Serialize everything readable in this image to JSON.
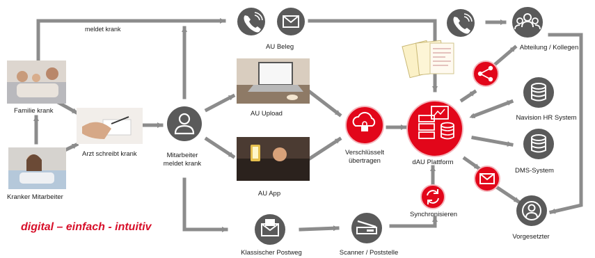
{
  "colors": {
    "accent": "#e2061a",
    "node": "#5a5a5a",
    "arrow": "#8c8c8c"
  },
  "labels": {
    "meldet_krank": "meldet krank",
    "au_beleg": "AU Beleg",
    "familie_krank": "Familie krank",
    "kranker_mitarbeiter": "Kranker Mitarbeiter",
    "arzt": "Arzt schreibt krank",
    "mitarbeiter_1": "Mitarbeiter",
    "mitarbeiter_2": "meldet krank",
    "au_upload": "AU Upload",
    "au_app": "AU App",
    "verschluesselt_1": "Verschlüsselt",
    "verschluesselt_2": "übertragen",
    "dau_plattform": "dAU Plattform",
    "synchronisieren": "Synchronisieren",
    "klassischer_postweg": "Klassischer Postweg",
    "scanner": "Scanner / Poststelle",
    "abteilung": "Abteilung / Kollegen",
    "navision": "Navision  HR System",
    "dms": "DMS-System",
    "vorgesetzter": "Vorgesetzter"
  },
  "slogan": "digital – einfach - intuitiv"
}
